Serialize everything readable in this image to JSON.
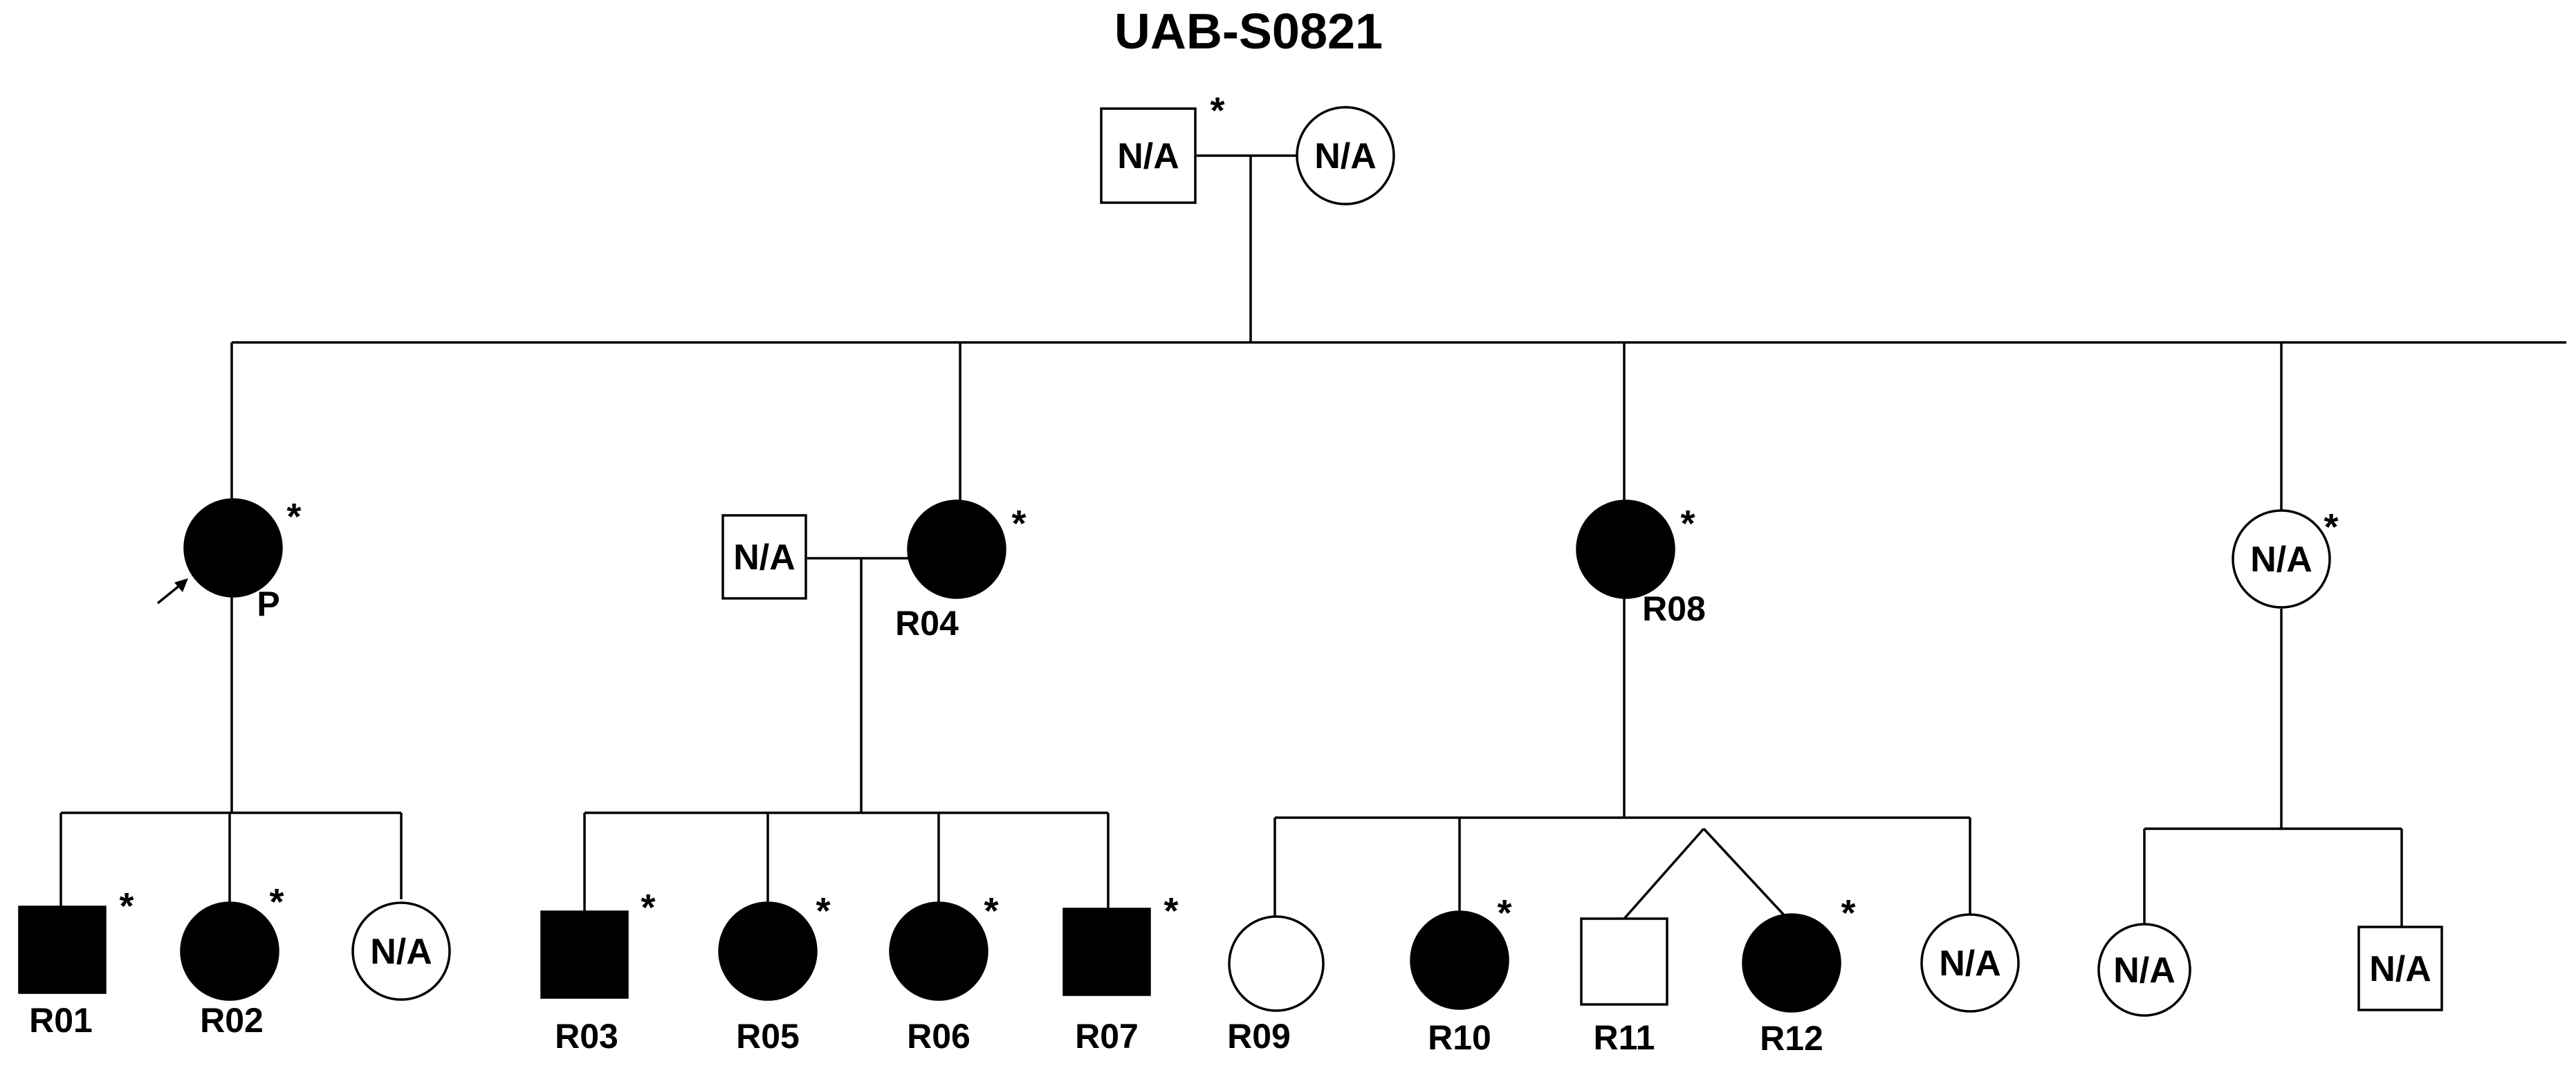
{
  "title": "UAB-S0821",
  "colors": {
    "affected": "#000000",
    "unaffected": "#ffffff",
    "line": "#000000"
  },
  "legend_marks": {
    "unknown": "N/A",
    "sequenced": "*",
    "proband_arrow": "arrow-icon"
  },
  "individuals": [
    {
      "id": "gen1-father",
      "sex": "male",
      "affected": false,
      "sequenced": true,
      "text": "N/A",
      "label": ""
    },
    {
      "id": "gen1-mother",
      "sex": "female",
      "affected": false,
      "sequenced": false,
      "text": "N/A",
      "label": ""
    },
    {
      "id": "proband",
      "sex": "female",
      "affected": true,
      "sequenced": true,
      "text": "",
      "label": "P"
    },
    {
      "id": "spouse-r04",
      "sex": "male",
      "affected": false,
      "sequenced": false,
      "text": "N/A",
      "label": ""
    },
    {
      "id": "r04",
      "sex": "female",
      "affected": true,
      "sequenced": true,
      "text": "",
      "label": "R04"
    },
    {
      "id": "r08",
      "sex": "female",
      "affected": true,
      "sequenced": true,
      "text": "",
      "label": "R08"
    },
    {
      "id": "gen2-sister-na",
      "sex": "female",
      "affected": false,
      "sequenced": true,
      "text": "N/A",
      "label": ""
    },
    {
      "id": "r01",
      "sex": "male",
      "affected": true,
      "sequenced": true,
      "text": "",
      "label": "R01"
    },
    {
      "id": "r02",
      "sex": "female",
      "affected": true,
      "sequenced": true,
      "text": "",
      "label": "R02"
    },
    {
      "id": "p-child-na",
      "sex": "female",
      "affected": false,
      "sequenced": false,
      "text": "N/A",
      "label": ""
    },
    {
      "id": "r03",
      "sex": "male",
      "affected": true,
      "sequenced": true,
      "text": "",
      "label": "R03"
    },
    {
      "id": "r05",
      "sex": "female",
      "affected": true,
      "sequenced": true,
      "text": "",
      "label": "R05"
    },
    {
      "id": "r06",
      "sex": "female",
      "affected": true,
      "sequenced": true,
      "text": "",
      "label": "R06"
    },
    {
      "id": "r07",
      "sex": "male",
      "affected": true,
      "sequenced": true,
      "text": "",
      "label": "R07"
    },
    {
      "id": "r09",
      "sex": "female",
      "affected": false,
      "sequenced": false,
      "text": "",
      "label": "R09"
    },
    {
      "id": "r10",
      "sex": "female",
      "affected": true,
      "sequenced": true,
      "text": "",
      "label": "R10"
    },
    {
      "id": "r11",
      "sex": "male",
      "affected": false,
      "sequenced": false,
      "text": "",
      "label": "R11"
    },
    {
      "id": "r12",
      "sex": "female",
      "affected": true,
      "sequenced": true,
      "text": "",
      "label": "R12"
    },
    {
      "id": "r08-child-na",
      "sex": "female",
      "affected": false,
      "sequenced": false,
      "text": "N/A",
      "label": ""
    },
    {
      "id": "gen3-na-female",
      "sex": "female",
      "affected": false,
      "sequenced": false,
      "text": "N/A",
      "label": ""
    },
    {
      "id": "gen3-na-male",
      "sex": "male",
      "affected": false,
      "sequenced": false,
      "text": "N/A",
      "label": ""
    }
  ]
}
